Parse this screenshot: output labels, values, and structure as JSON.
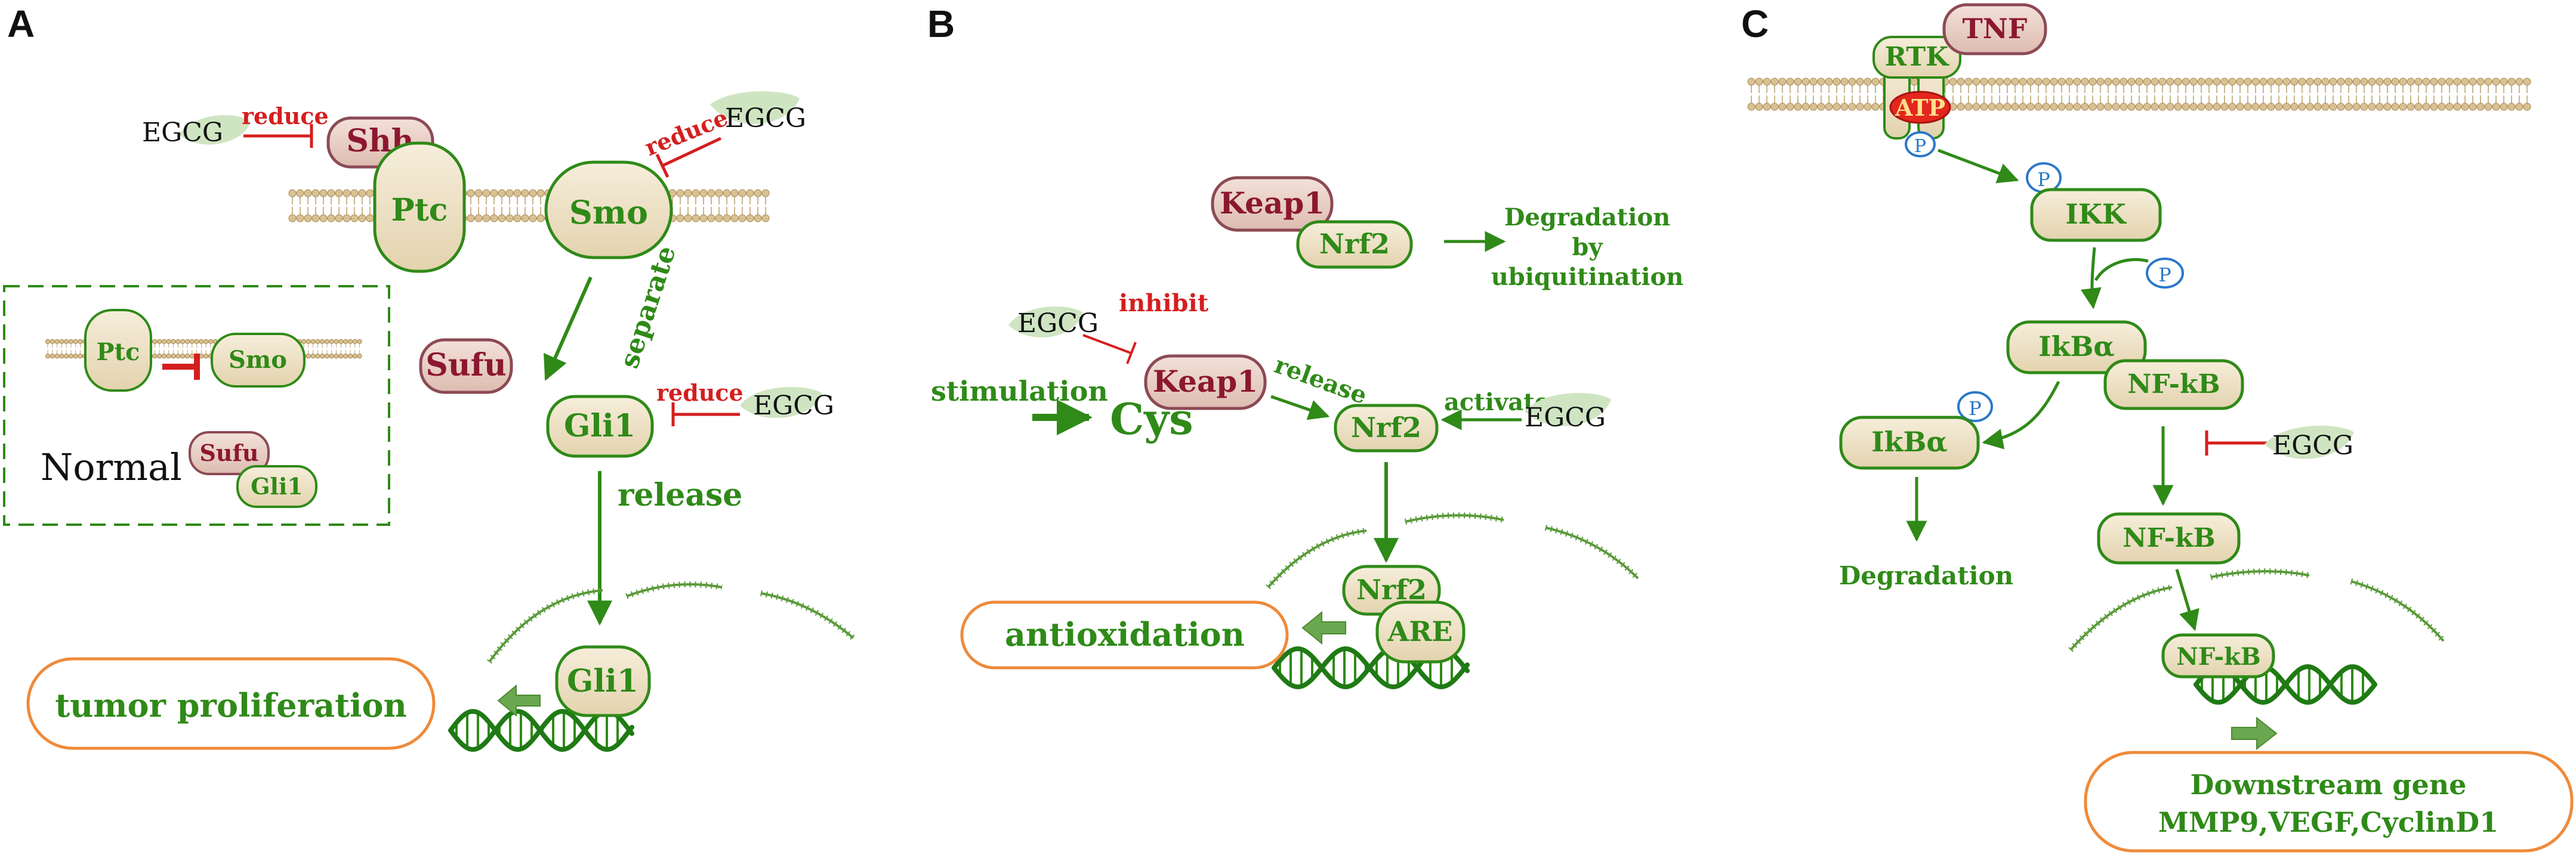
{
  "colors": {
    "green": "#2f8a18",
    "dark_green": "#1f7a14",
    "red": "#d51e1e",
    "maroon": "#8c1730",
    "orange": "#ef8a3a",
    "node_fill": "#efe3c5",
    "maroon_fill": "#e9cfc6",
    "leaf_green": "#cfe5c2",
    "membrane": "#cdb68c"
  },
  "icons": [
    "egcg-leaf-icon",
    "phosphate-icon",
    "dna-helix-icon",
    "membrane-icon",
    "inhibition-arrow-icon",
    "activation-arrow-icon"
  ],
  "panel_a": {
    "label": "A",
    "egcg_left": "EGCG",
    "egcg_left_effect": "reduce",
    "shh": "Shh",
    "ptc": "Ptc",
    "smo": "Smo",
    "egcg_right": "EGCG",
    "egcg_right_effect": "reduce",
    "sufu": "Sufu",
    "separate": "separate",
    "gli1": "Gli1",
    "egcg_gli": "EGCG",
    "egcg_gli_effect": "reduce",
    "release": "release",
    "inset": {
      "ptc": "Ptc",
      "smo": "Smo",
      "normal": "Normal",
      "sufu": "Sufu",
      "gli1": "Gli1"
    },
    "gli1_dna": "Gli1",
    "outcome": "tumor proliferation"
  },
  "panel_b": {
    "label": "B",
    "keap1_top": "Keap1",
    "nrf2_top": "Nrf2",
    "degradation": [
      "Degradation",
      "by",
      "ubiquitination"
    ],
    "egcg_inhibit": "EGCG",
    "inhibit": "inhibit",
    "stimulation": "stimulation",
    "cys": "Cys",
    "keap1": "Keap1",
    "release": "release",
    "activate": "activate",
    "egcg_activate": "EGCG",
    "nrf2": "Nrf2",
    "nrf2_dna": "Nrf2",
    "are": "ARE",
    "outcome": "antioxidation"
  },
  "panel_c": {
    "label": "C",
    "tnf": "TNF",
    "rtk": "RTK",
    "atp": "ATP",
    "p": "P",
    "ikk": "IKK",
    "ikba_top": "IkBα",
    "nfkb_top": "NF-kB",
    "ikba_left": "IkBα",
    "egcg": "EGCG",
    "degradation": "Degradation",
    "nfkb_mid": "NF-kB",
    "nfkb_dna": "NF-kB",
    "downstream_line1": "Downstream gene",
    "downstream_line2": "MMP9,VEGF,CyclinD1"
  }
}
